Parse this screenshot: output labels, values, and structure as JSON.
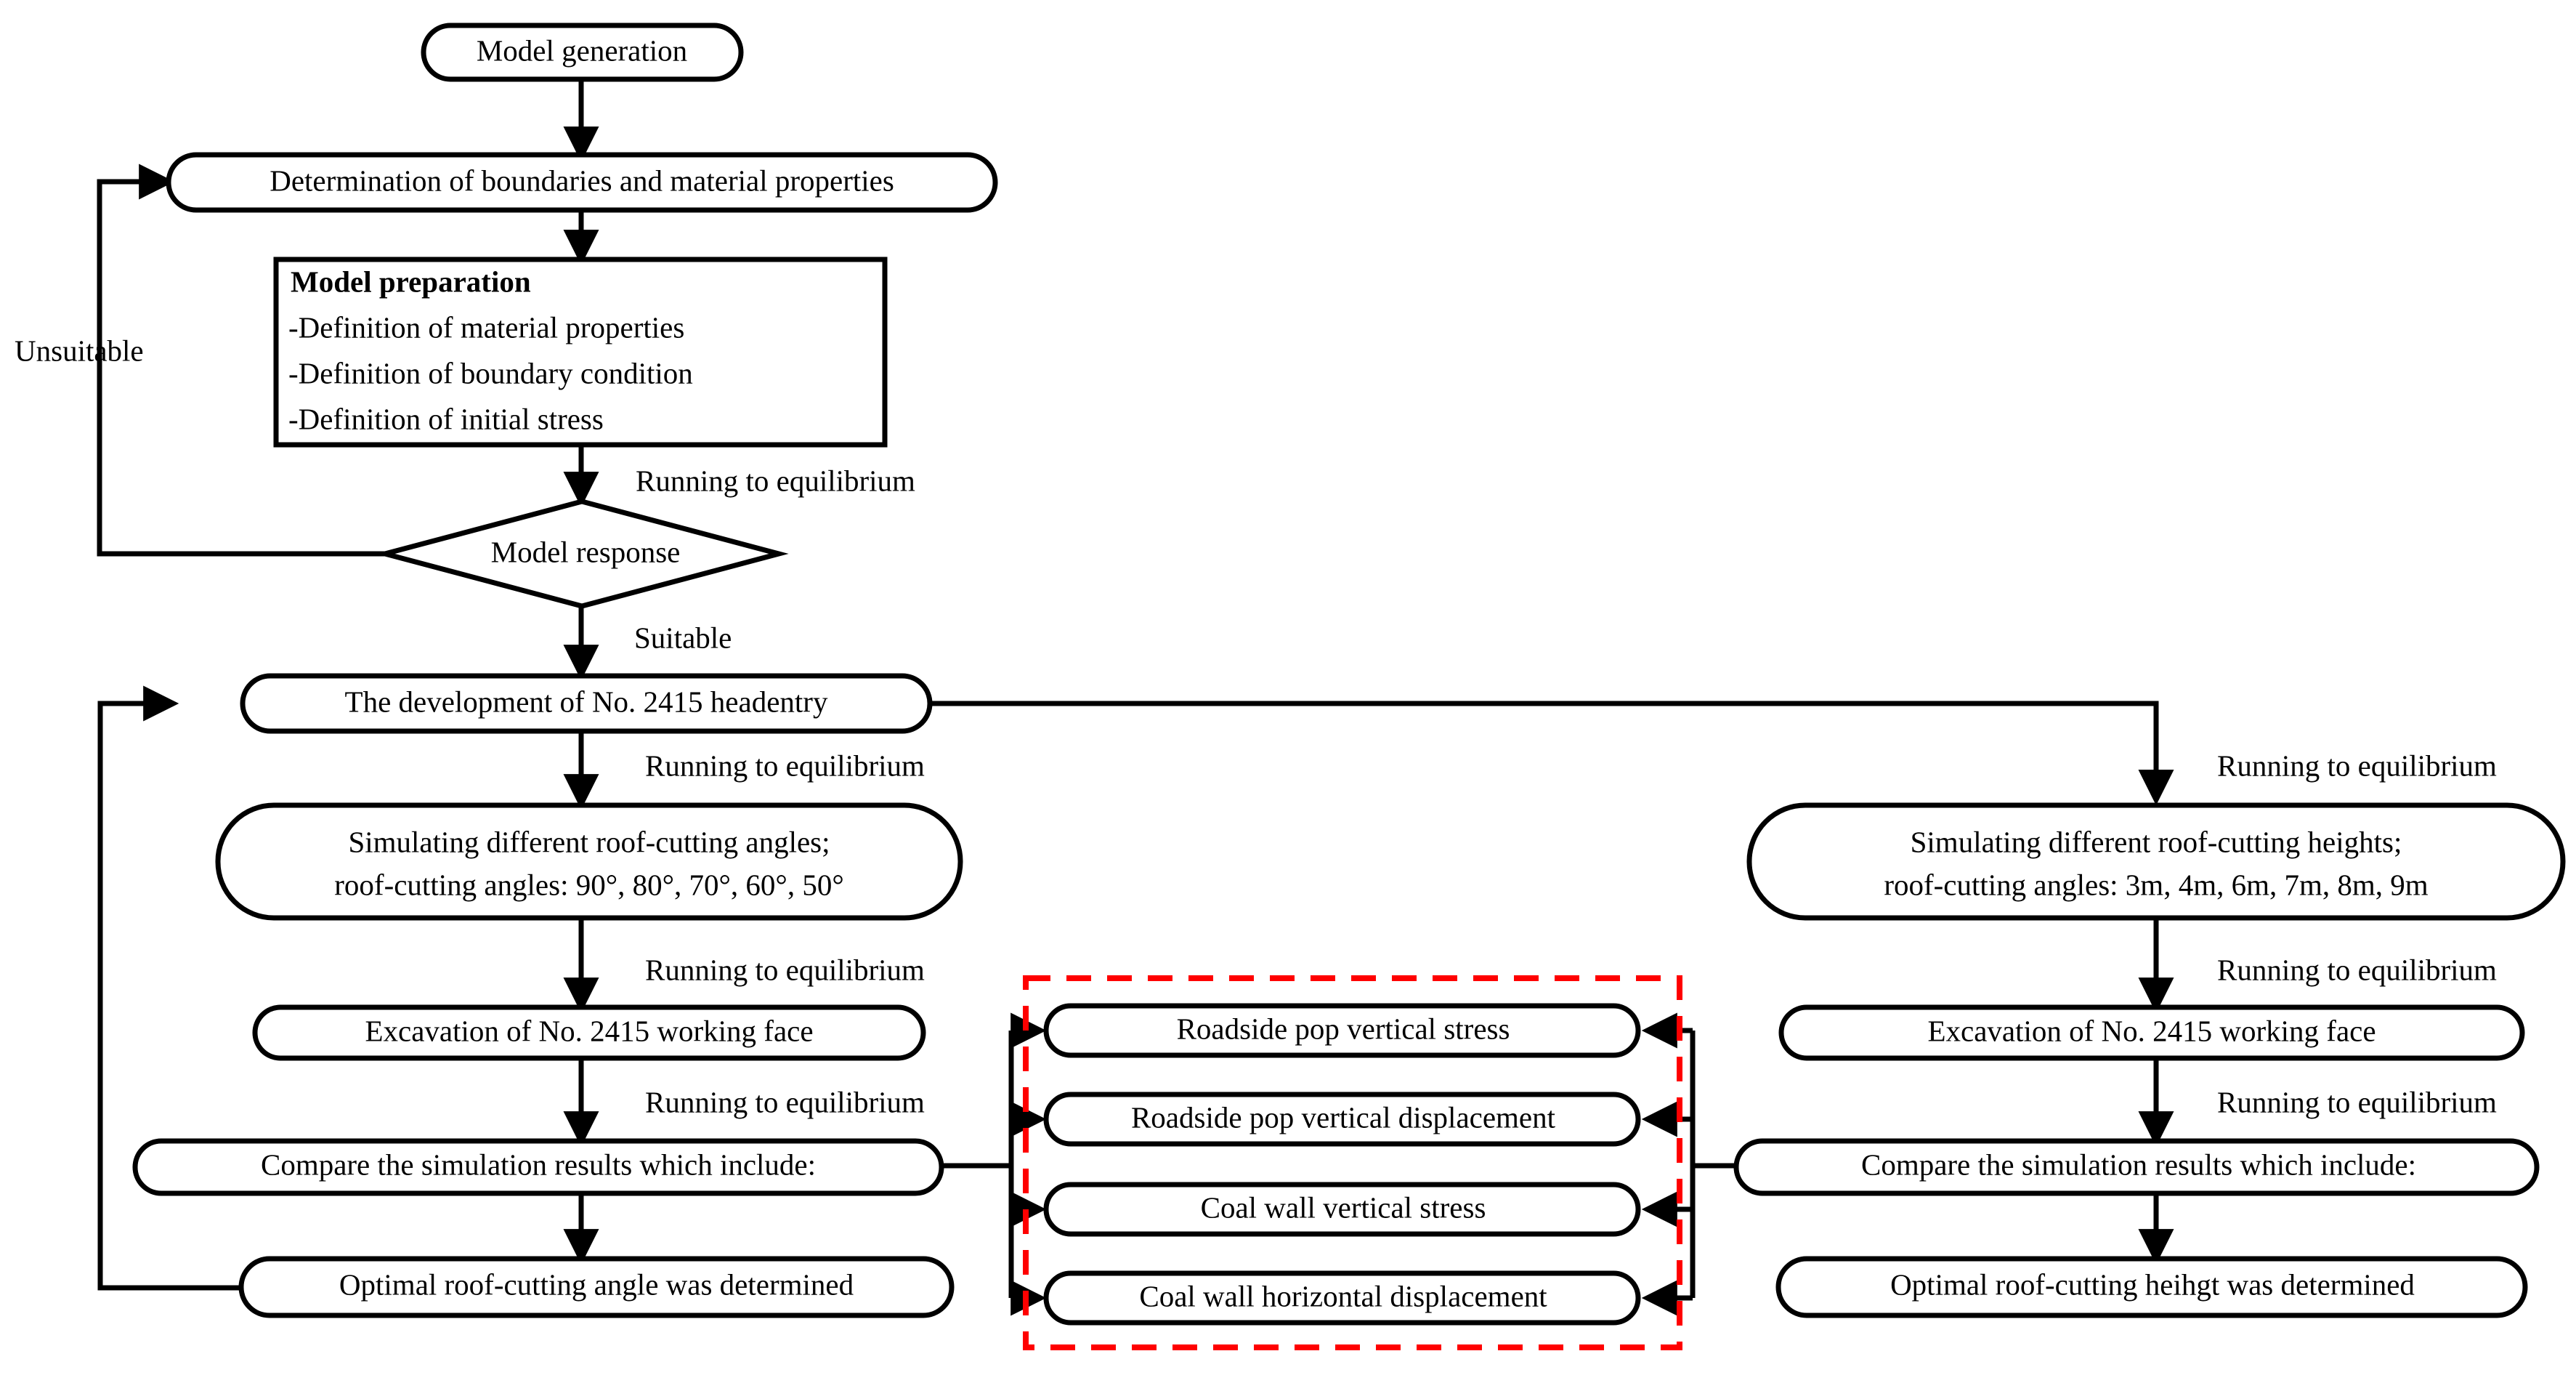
{
  "diagram": {
    "title": "Numerical simulation flowchart",
    "colors": {
      "stroke": "#000000",
      "fill": "#ffffff",
      "group_highlight": "#ff0000"
    }
  },
  "nodes": {
    "model_generation": "Model generation",
    "determination": "Determination of boundaries and material properties",
    "model_preparation_title": "Model preparation",
    "model_preparation_item1": "-Definition of material properties",
    "model_preparation_item2": "-Definition of boundary condition",
    "model_preparation_item3": "-Definition of initial stress",
    "model_response": "Model response",
    "development": "The development of No. 2415 headentry",
    "sim_angles_line1": "Simulating different roof-cutting angles;",
    "sim_angles_line2": "roof-cutting angles: 90°, 80°, 70°, 60°, 50°",
    "excavation_left": "Excavation of No. 2415 working face",
    "compare_left": "Compare the simulation results which include:",
    "optimal_angle": "Optimal roof-cutting angle was determined",
    "sim_heights_line1": "Simulating different roof-cutting heights;",
    "sim_heights_line2": "roof-cutting angles: 3m, 4m, 6m, 7m, 8m, 9m",
    "excavation_right": "Excavation of No. 2415 working face",
    "compare_right": "Compare the simulation results which include:",
    "optimal_height": "Optimal roof-cutting heihgt was determined",
    "result_1": "Roadside pop vertical stress",
    "result_2": "Roadside pop vertical displacement",
    "result_3": "Coal wall vertical stress",
    "result_4": "Coal wall  horizontal displacement"
  },
  "edge_labels": {
    "unsuitable": "Unsuitable",
    "suitable": "Suitable",
    "eq_after_prep": "Running to equilibrium",
    "eq_left_1": "Running to equilibrium",
    "eq_left_2": "Running to equilibrium",
    "eq_left_3": "Running to equilibrium",
    "eq_right_1": "Running to equilibrium",
    "eq_right_2": "Running to equilibrium",
    "eq_right_3": "Running to equilibrium"
  }
}
